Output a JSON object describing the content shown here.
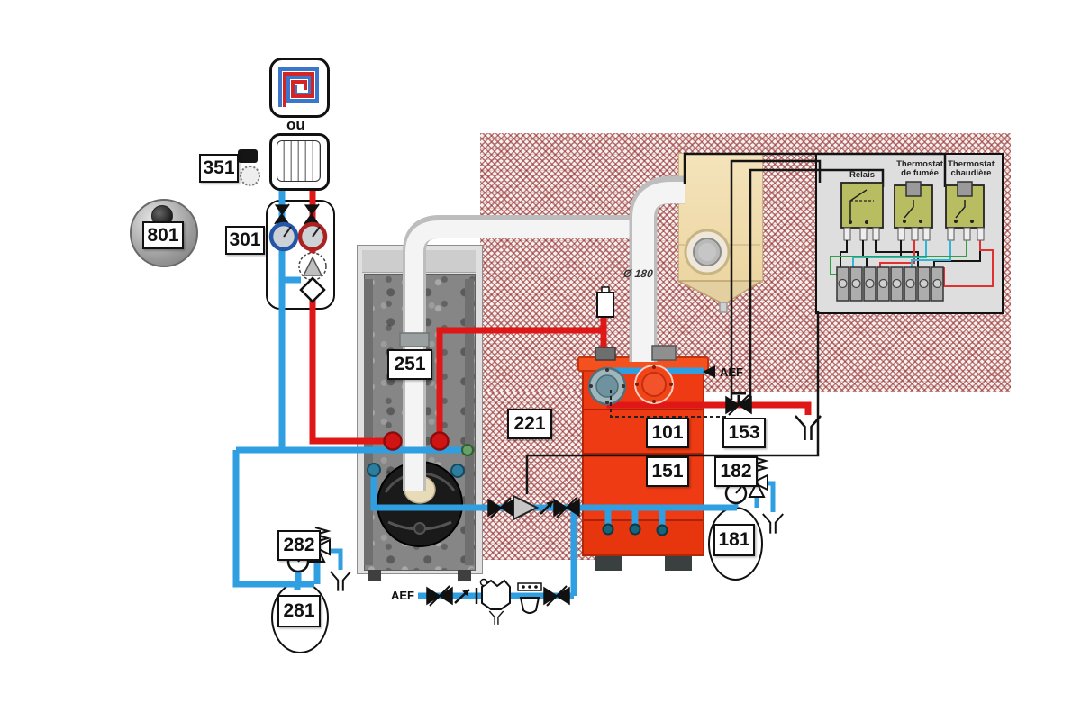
{
  "labels": {
    "or": "ou",
    "room_unit": "351",
    "outdoor_sensor": "801",
    "pump_group": "301",
    "flue_tank": "251",
    "tank_circuit": "221",
    "boiler_top": "101",
    "boiler_bottom": "151",
    "dhw_valve": "153",
    "dhw_safety_group": "182",
    "dhw_expansion_vessel": "181",
    "heating_safety_group": "282",
    "heating_expansion_vessel": "281",
    "cold_water_top": "AEF",
    "cold_water_bottom": "AEF",
    "flue_diameter": "Ø 180",
    "relay": "Relais",
    "flue_thermostat": "Thermostat\nde fumée",
    "boiler_thermostat": "Thermostat\nchaudière"
  },
  "colors": {
    "hot_pipe": "#e01717",
    "cold_pipe": "#2f9fe2",
    "boiler_red": "#ee3b13",
    "chimney_beige": "#f0ddb0",
    "relay_olive": "#b9bd62",
    "brick_red": "#942a2a",
    "wire_black": "#141414"
  }
}
